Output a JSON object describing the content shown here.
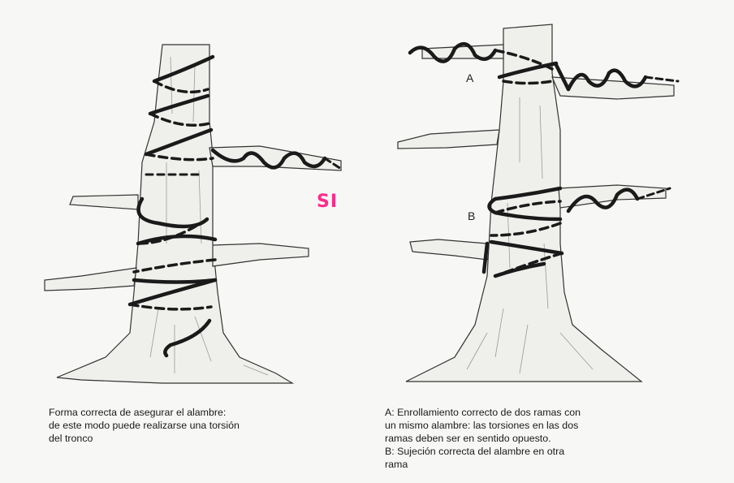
{
  "marker": {
    "text": "SI",
    "color": "#ff2a8a"
  },
  "labels": {
    "a": "A",
    "b": "B"
  },
  "captions": {
    "left": "Forma correcta de asegurar el alambre:\nde este modo puede realizarse una torsión\ndel tronco",
    "right_a": "A: Enrollamiento correcto de dos ramas con\nun mismo alambre: las torsiones en las dos\nramas deben ser en sentido opuesto.",
    "right_b": "B: Sujeción correcta del alambre en otra\nrama"
  },
  "colors": {
    "ink": "#1a1a1a",
    "bark": "#efefec",
    "shade": "#b9b9b4"
  }
}
